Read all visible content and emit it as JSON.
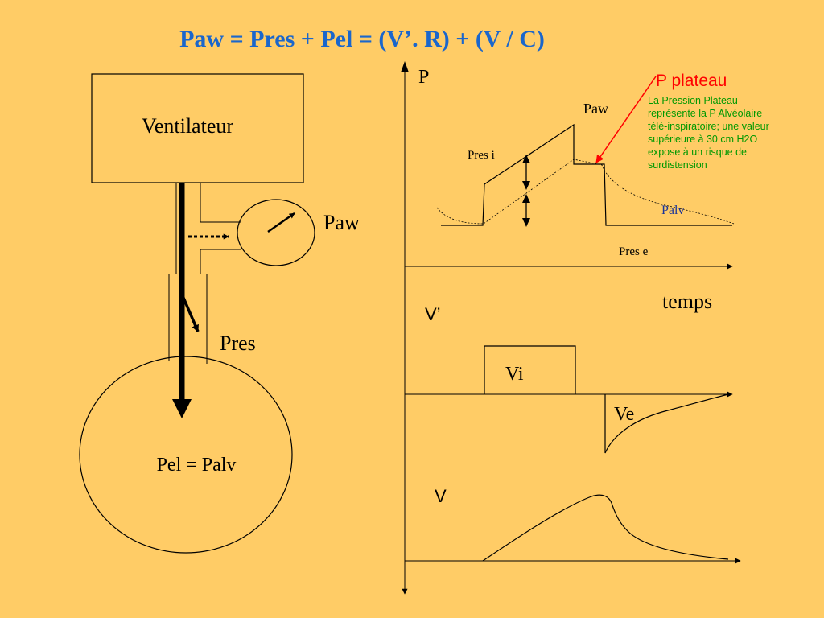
{
  "title": "Paw = Pres + Pel = (V’. R) + (V / C)",
  "left_diagram": {
    "ventilator_label": "Ventilateur",
    "gauge_label": "Paw",
    "resistance_label": "Pres",
    "lung_label": "Pel = Palv"
  },
  "pressure_chart": {
    "axis_label": "P",
    "time_label": "temps",
    "paw_label": "Paw",
    "pres_i_label": "Pres i",
    "palv_label": "Palv",
    "pres_e_label": "Pres e"
  },
  "plateau_note": {
    "title": "P plateau",
    "lines": [
      "La Pression Plateau",
      "représente la P Alvéolaire",
      "télé-inspiratoire; une valeur",
      "supérieure à 30 cm H2O",
      "expose à un risque de",
      "surdistension"
    ]
  },
  "flow_chart": {
    "axis_label": "V’",
    "vi_label": "Vi",
    "ve_label": "Ve"
  },
  "volume_chart": {
    "axis_label": "V"
  },
  "colors": {
    "background": "#ffcc66",
    "title": "#1a66cc",
    "annotation_red": "#ff0000",
    "annotation_green": "#009900",
    "palv_blue": "#1a3399"
  }
}
